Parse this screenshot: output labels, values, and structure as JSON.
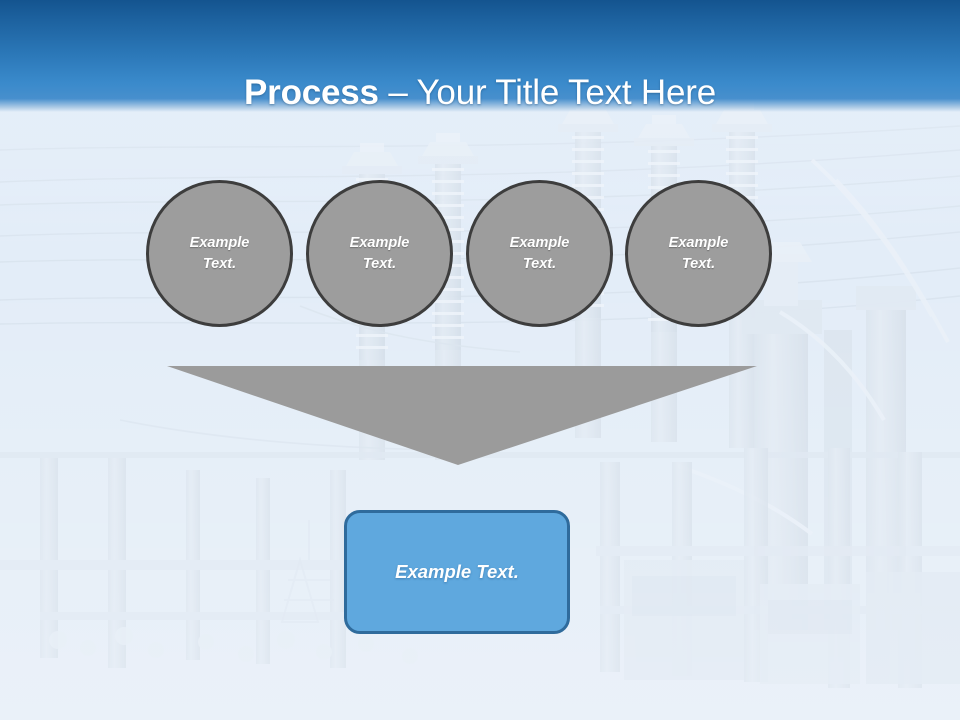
{
  "slide": {
    "title_strong": "Process",
    "title_rest": " – Your Title Text Here",
    "background_alt": "electrical-substation-photo",
    "colors": {
      "header_top": "#14548f",
      "header_bottom": "#478fcd",
      "sky": "#dce9f6",
      "circle_fill": "#9d9d9d",
      "circle_border": "#3d3d3d",
      "arrow_fill": "#9b9b9b",
      "box_fill": "#5fa8de",
      "box_border": "#2f6b9c",
      "text_light": "#ffffff"
    }
  },
  "process": {
    "steps": [
      {
        "label": "Example\nText."
      },
      {
        "label": "Example\nText."
      },
      {
        "label": "Example\nText."
      },
      {
        "label": "Example\nText."
      }
    ],
    "arrow": {
      "name": "down-arrow",
      "direction": "down"
    },
    "result": {
      "label": "Example Text."
    }
  }
}
